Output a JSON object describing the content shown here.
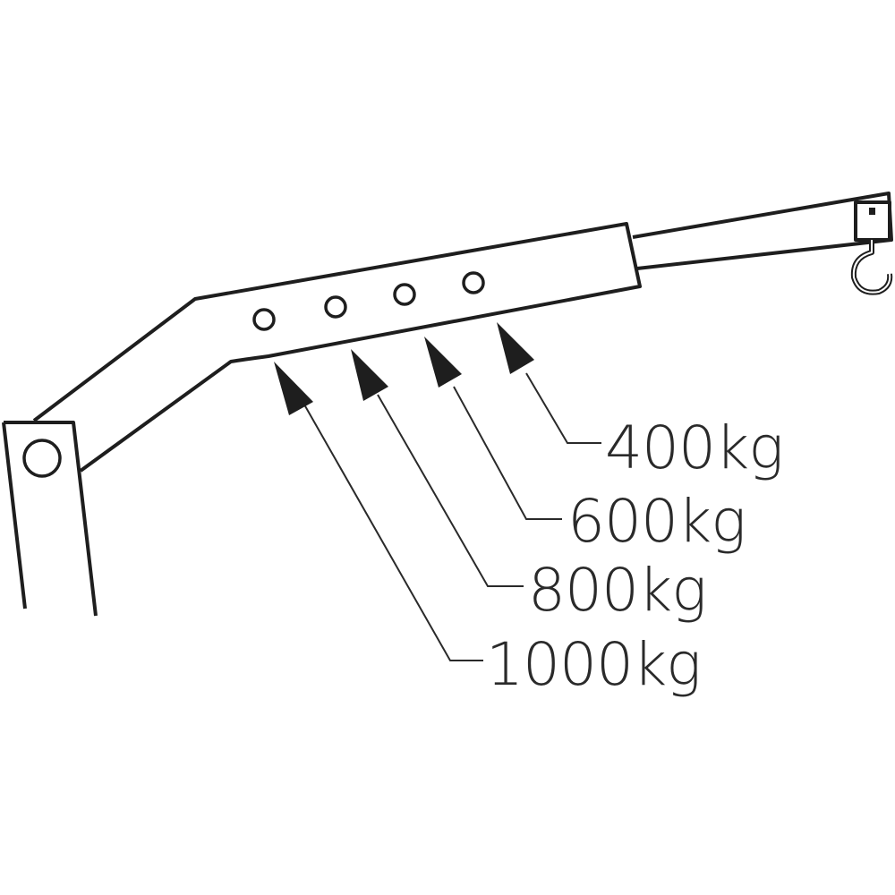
{
  "diagram": {
    "subject": "engine crane boom with adjustable extension",
    "stroke_color": "#1e1e1e",
    "background": "#ffffff",
    "hole_positions": [
      {
        "label": "1000kg",
        "capacity_kg": 1000
      },
      {
        "label": "800kg",
        "capacity_kg": 800
      },
      {
        "label": "600kg",
        "capacity_kg": 600
      },
      {
        "label": "400kg",
        "capacity_kg": 400
      }
    ],
    "labels": {
      "l400": "400kg",
      "l600": "600kg",
      "l800": "800kg",
      "l1000": "1000kg"
    }
  }
}
